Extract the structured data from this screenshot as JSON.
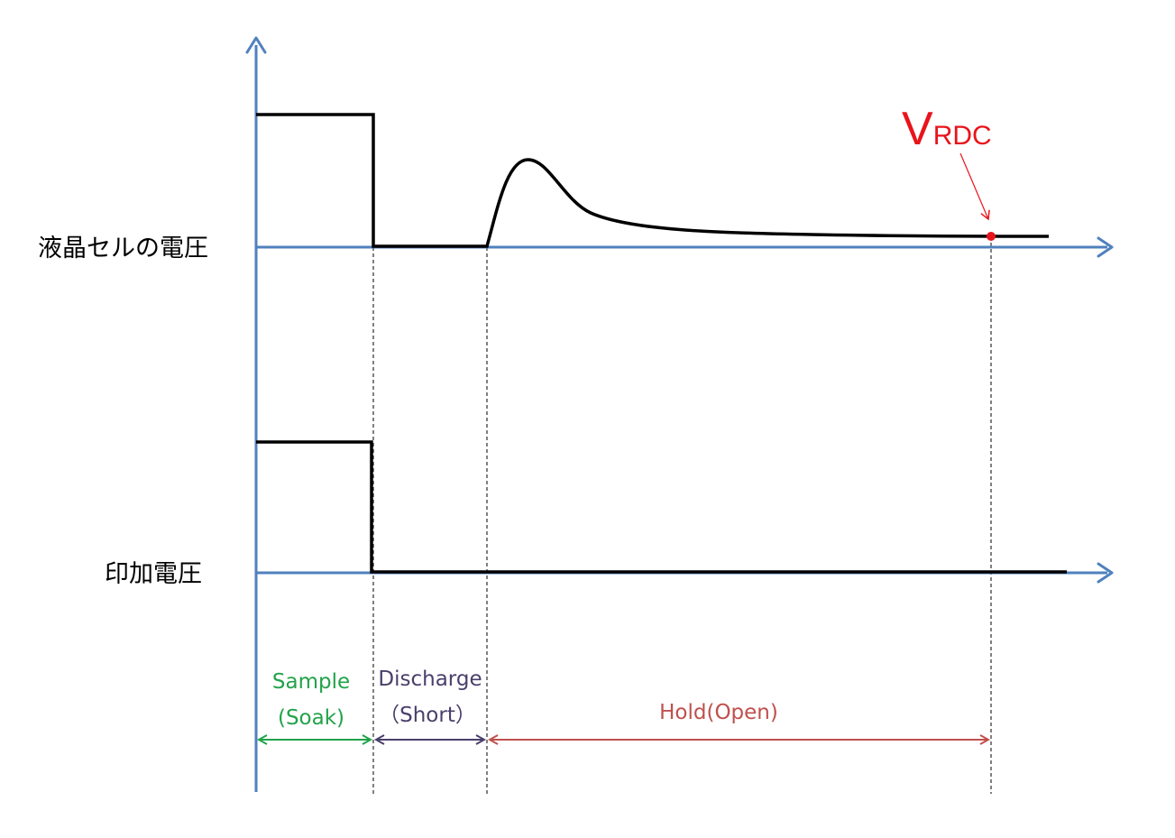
{
  "labels": {
    "liquid_crystal_voltage": "液晶セルの電圧",
    "applied_voltage": "印加電圧"
  },
  "annotation": {
    "v": "V",
    "subscript": "RDC",
    "color": "#e8141b"
  },
  "phases": [
    {
      "line1": "Sample",
      "line2": "(Soak)",
      "color": "#22a34a"
    },
    {
      "line1": "Discharge",
      "line2": "（Short）",
      "color": "#4a3f6b"
    },
    {
      "line1": "Hold(Open)",
      "line2": "",
      "color": "#c0504d"
    }
  ],
  "colors": {
    "axis": "#4f81bd",
    "signal": "#000000"
  }
}
